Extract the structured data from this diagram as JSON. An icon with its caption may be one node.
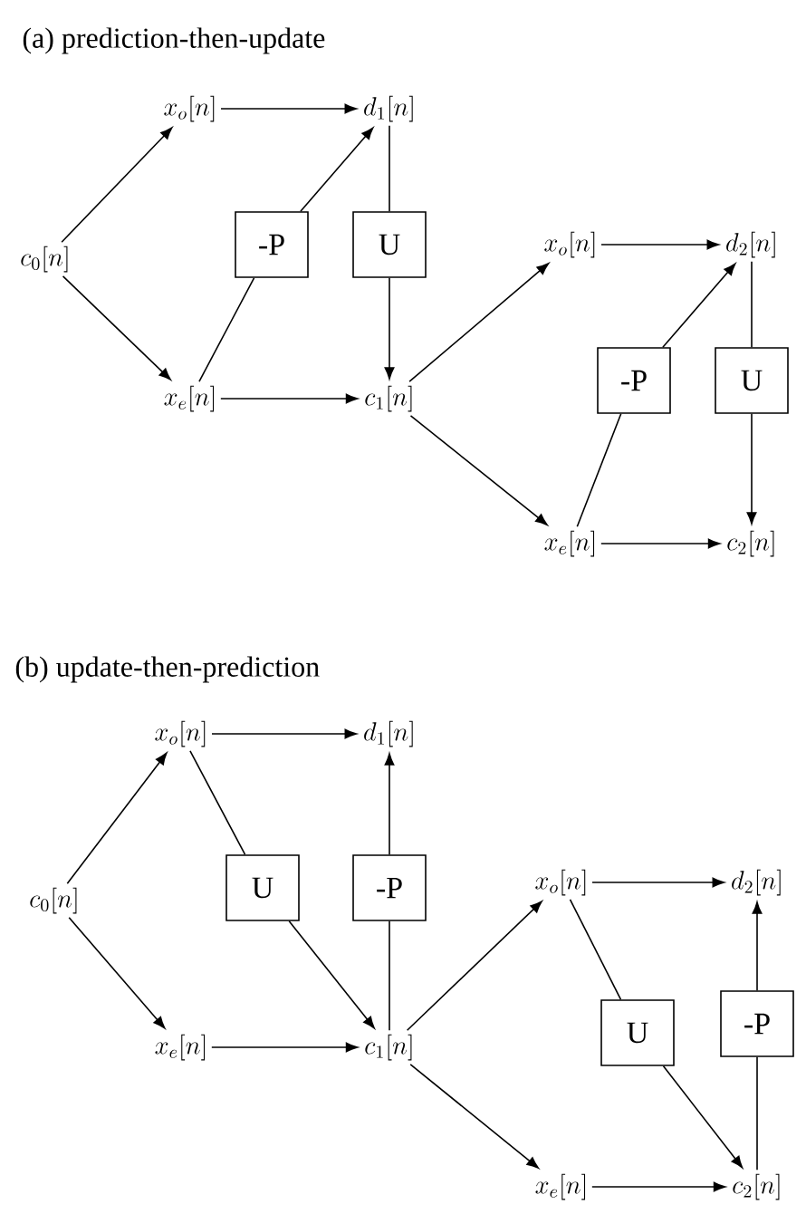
{
  "diagram": {
    "nodes": [
      {
        "text": [
          "c_{0}[n]"
        ]
      },
      {
        "text": [
          "x_{o}[n]"
        ]
      },
      {
        "text": [
          "d_{1}[n]"
        ]
      },
      {
        "text": [
          "x_{e}[n]"
        ]
      },
      {
        "text": [
          "c_{1}[n]"
        ]
      },
      {
        "text": [
          "-P"
        ]
      },
      {
        "text": [
          "U"
        ]
      },
      {
        "text": [
          "x_{o}[n]"
        ]
      },
      {
        "text": [
          "d_{2}[n]"
        ]
      },
      {
        "text": [
          "x_{e}[n]"
        ]
      },
      {
        "text": [
          "c_{2}[n]"
        ]
      },
      {
        "text": [
          "-P"
        ]
      },
      {
        "text": [
          "U"
        ]
      },
      {
        "text": [
          "c_{0}[n]"
        ]
      },
      {
        "text": [
          "x_{o}[n]"
        ]
      },
      {
        "text": [
          "d_{1}[n]"
        ]
      },
      {
        "text": [
          "x_{e}[n]"
        ]
      },
      {
        "text": [
          "c_{1}[n]"
        ]
      },
      {
        "text": [
          "U"
        ]
      },
      {
        "text": [
          "-P"
        ]
      },
      {
        "text": [
          "x_{o}[n]"
        ]
      },
      {
        "text": [
          "d_{2}[n]"
        ]
      },
      {
        "text": [
          "x_{e}[n]"
        ]
      },
      {
        "text": [
          "c_{2}[n]"
        ]
      },
      {
        "text": [
          "U"
        ]
      },
      {
        "text": [
          "-P"
        ]
      }
    ],
    "edges": [
      {
        "from": 0,
        "to": 1,
        "arrow": "to"
      },
      {
        "from": 0,
        "to": 3,
        "arrow": "to"
      },
      {
        "from": 1,
        "to": 2,
        "arrow": "to"
      },
      {
        "from": 3,
        "to": 4,
        "arrow": "to"
      },
      {
        "from": 3,
        "to": 5,
        "arrow": "none"
      },
      {
        "from": 5,
        "to": 2,
        "arrow": "to"
      },
      {
        "from": 2,
        "to": 6,
        "arrow": "none"
      },
      {
        "from": 6,
        "to": 4,
        "arrow": "to"
      },
      {
        "from": 4,
        "to": 7,
        "arrow": "to"
      },
      {
        "from": 4,
        "to": 9,
        "arrow": "to"
      },
      {
        "from": 7,
        "to": 8,
        "arrow": "to"
      },
      {
        "from": 9,
        "to": 10,
        "arrow": "to"
      },
      {
        "from": 9,
        "to": 11,
        "arrow": "none"
      },
      {
        "from": 11,
        "to": 8,
        "arrow": "to"
      },
      {
        "from": 8,
        "to": 12,
        "arrow": "none"
      },
      {
        "from": 12,
        "to": 10,
        "arrow": "to"
      },
      {
        "from": 13,
        "to": 14,
        "arrow": "to"
      },
      {
        "from": 13,
        "to": 16,
        "arrow": "to"
      },
      {
        "from": 14,
        "to": 15,
        "arrow": "to"
      },
      {
        "from": 16,
        "to": 17,
        "arrow": "to"
      },
      {
        "from": 14,
        "to": 18,
        "arrow": "none"
      },
      {
        "from": 18,
        "to": 17,
        "arrow": "to"
      },
      {
        "from": 17,
        "to": 19,
        "arrow": "none"
      },
      {
        "from": 19,
        "to": 15,
        "arrow": "to"
      },
      {
        "from": 17,
        "to": 20,
        "arrow": "to"
      },
      {
        "from": 17,
        "to": 22,
        "arrow": "to"
      },
      {
        "from": 20,
        "to": 21,
        "arrow": "to"
      },
      {
        "from": 22,
        "to": 23,
        "arrow": "to"
      },
      {
        "from": 20,
        "to": 24,
        "arrow": "none"
      },
      {
        "from": 24,
        "to": 23,
        "arrow": "to"
      },
      {
        "from": 23,
        "to": 25,
        "arrow": "none"
      },
      {
        "from": 25,
        "to": 21,
        "arrow": "to"
      }
    ],
    "labels": [
      "(a) prediction-then-update",
      "(b) update-then-prediction"
    ]
  }
}
